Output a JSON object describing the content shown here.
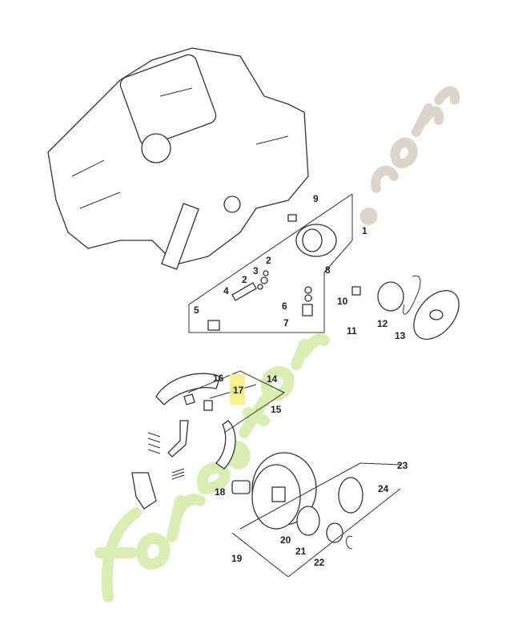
{
  "diagram": {
    "watermark": {
      "brand": "forestgarden",
      "suffix": ".com"
    },
    "highlight_color": "#f5f07a",
    "part_labels": [
      "1",
      "2",
      "2",
      "3",
      "4",
      "5",
      "6",
      "7",
      "8",
      "9",
      "10",
      "11",
      "12",
      "13",
      "14",
      "15",
      "16",
      "17",
      "18",
      "19",
      "20",
      "21",
      "22",
      "23",
      "24"
    ],
    "highlighted_part": "17"
  }
}
